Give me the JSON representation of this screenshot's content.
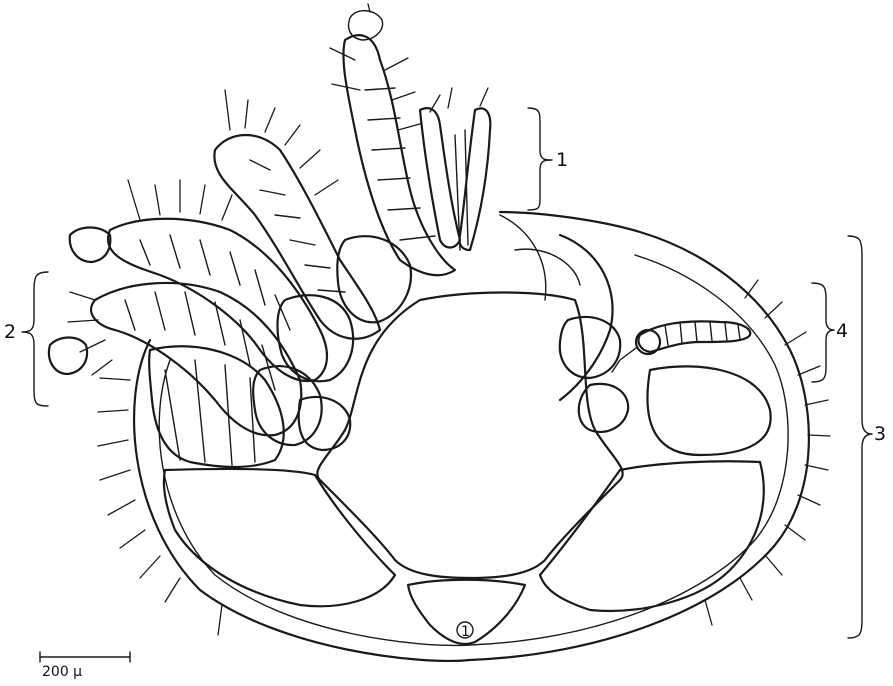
{
  "figure": {
    "labels": {
      "one": "1",
      "two": "2",
      "three": "3",
      "four": "4",
      "anal_marker": "1"
    },
    "scale_bar": {
      "label": "200 μ"
    },
    "colors": {
      "ink": "#1a1a1a",
      "paper": "#ffffff"
    }
  }
}
